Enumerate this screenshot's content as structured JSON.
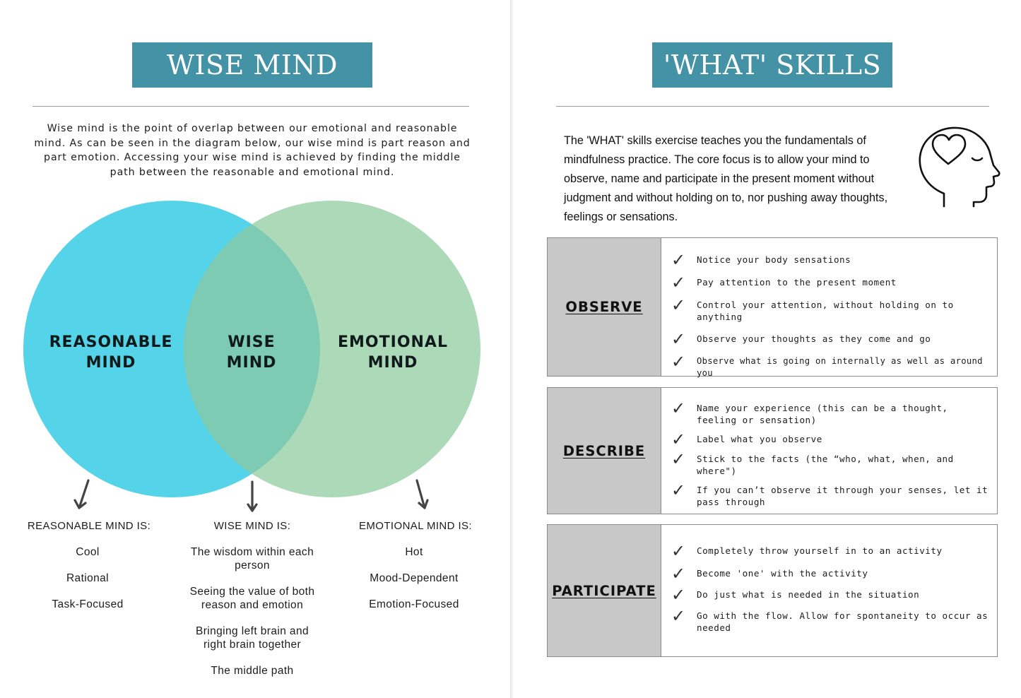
{
  "left_page": {
    "title": "WISE MIND",
    "intro": "Wise mind is the point of overlap between our emotional and reasonable mind. As can be seen in the diagram below, our wise mind is part reason and part emotion. Accessing your wise mind is achieved by finding the middle path between the reasonable and emotional mind.",
    "venn": {
      "left_label": "REASONABLE\nMIND",
      "center_label": "WISE\nMIND",
      "right_label": "EMOTIONAL\nMIND",
      "colors": {
        "reasonable": "#55d3e8",
        "emotional": "#acd9b8",
        "overlap": "#7ecbb3"
      }
    },
    "columns": [
      {
        "title": "REASONABLE MIND IS:",
        "items": [
          "Cool",
          "Rational",
          "Task-Focused"
        ]
      },
      {
        "title": "WISE MIND IS:",
        "items": [
          "The wisdom within each person",
          "Seeing the value of both reason and emotion",
          "Bringing left brain and right brain together",
          "The middle path"
        ]
      },
      {
        "title": "EMOTIONAL MIND IS:",
        "items": [
          "Hot",
          "Mood-Dependent",
          "Emotion-Focused"
        ]
      }
    ]
  },
  "right_page": {
    "title": "'WHAT' SKILLS",
    "intro": "The 'WHAT' skills exercise teaches you the fundamentals of mindfulness practice. The core focus is to allow your mind to observe, name and participate in the present moment without judgment and without holding on to, nor pushing away thoughts, feelings or sensations.",
    "icon": "head-heart-icon",
    "check_glyph": "✓",
    "skills": [
      {
        "name": "OBSERVE",
        "items": [
          "Notice your body sensations",
          "Pay attention to the present moment",
          "Control your attention, without holding on to anything",
          "Observe your thoughts as they come and go",
          "Observe what is going on internally as well as around you"
        ]
      },
      {
        "name": "DESCRIBE",
        "items": [
          "Name your experience (this can be a thought, feeling or sensation)",
          "Label what you observe",
          "Stick to the facts (the “who, what, when, and where\")",
          "If you can’t observe it through your senses, let it pass through"
        ]
      },
      {
        "name": "PARTICIPATE",
        "items": [
          "Completely throw yourself in to an activity",
          "Become 'one' with the activity",
          "Do just what is needed in the situation",
          "Go with the flow. Allow for spontaneity to occur as needed"
        ]
      }
    ]
  },
  "accent_color": "#4492a6"
}
